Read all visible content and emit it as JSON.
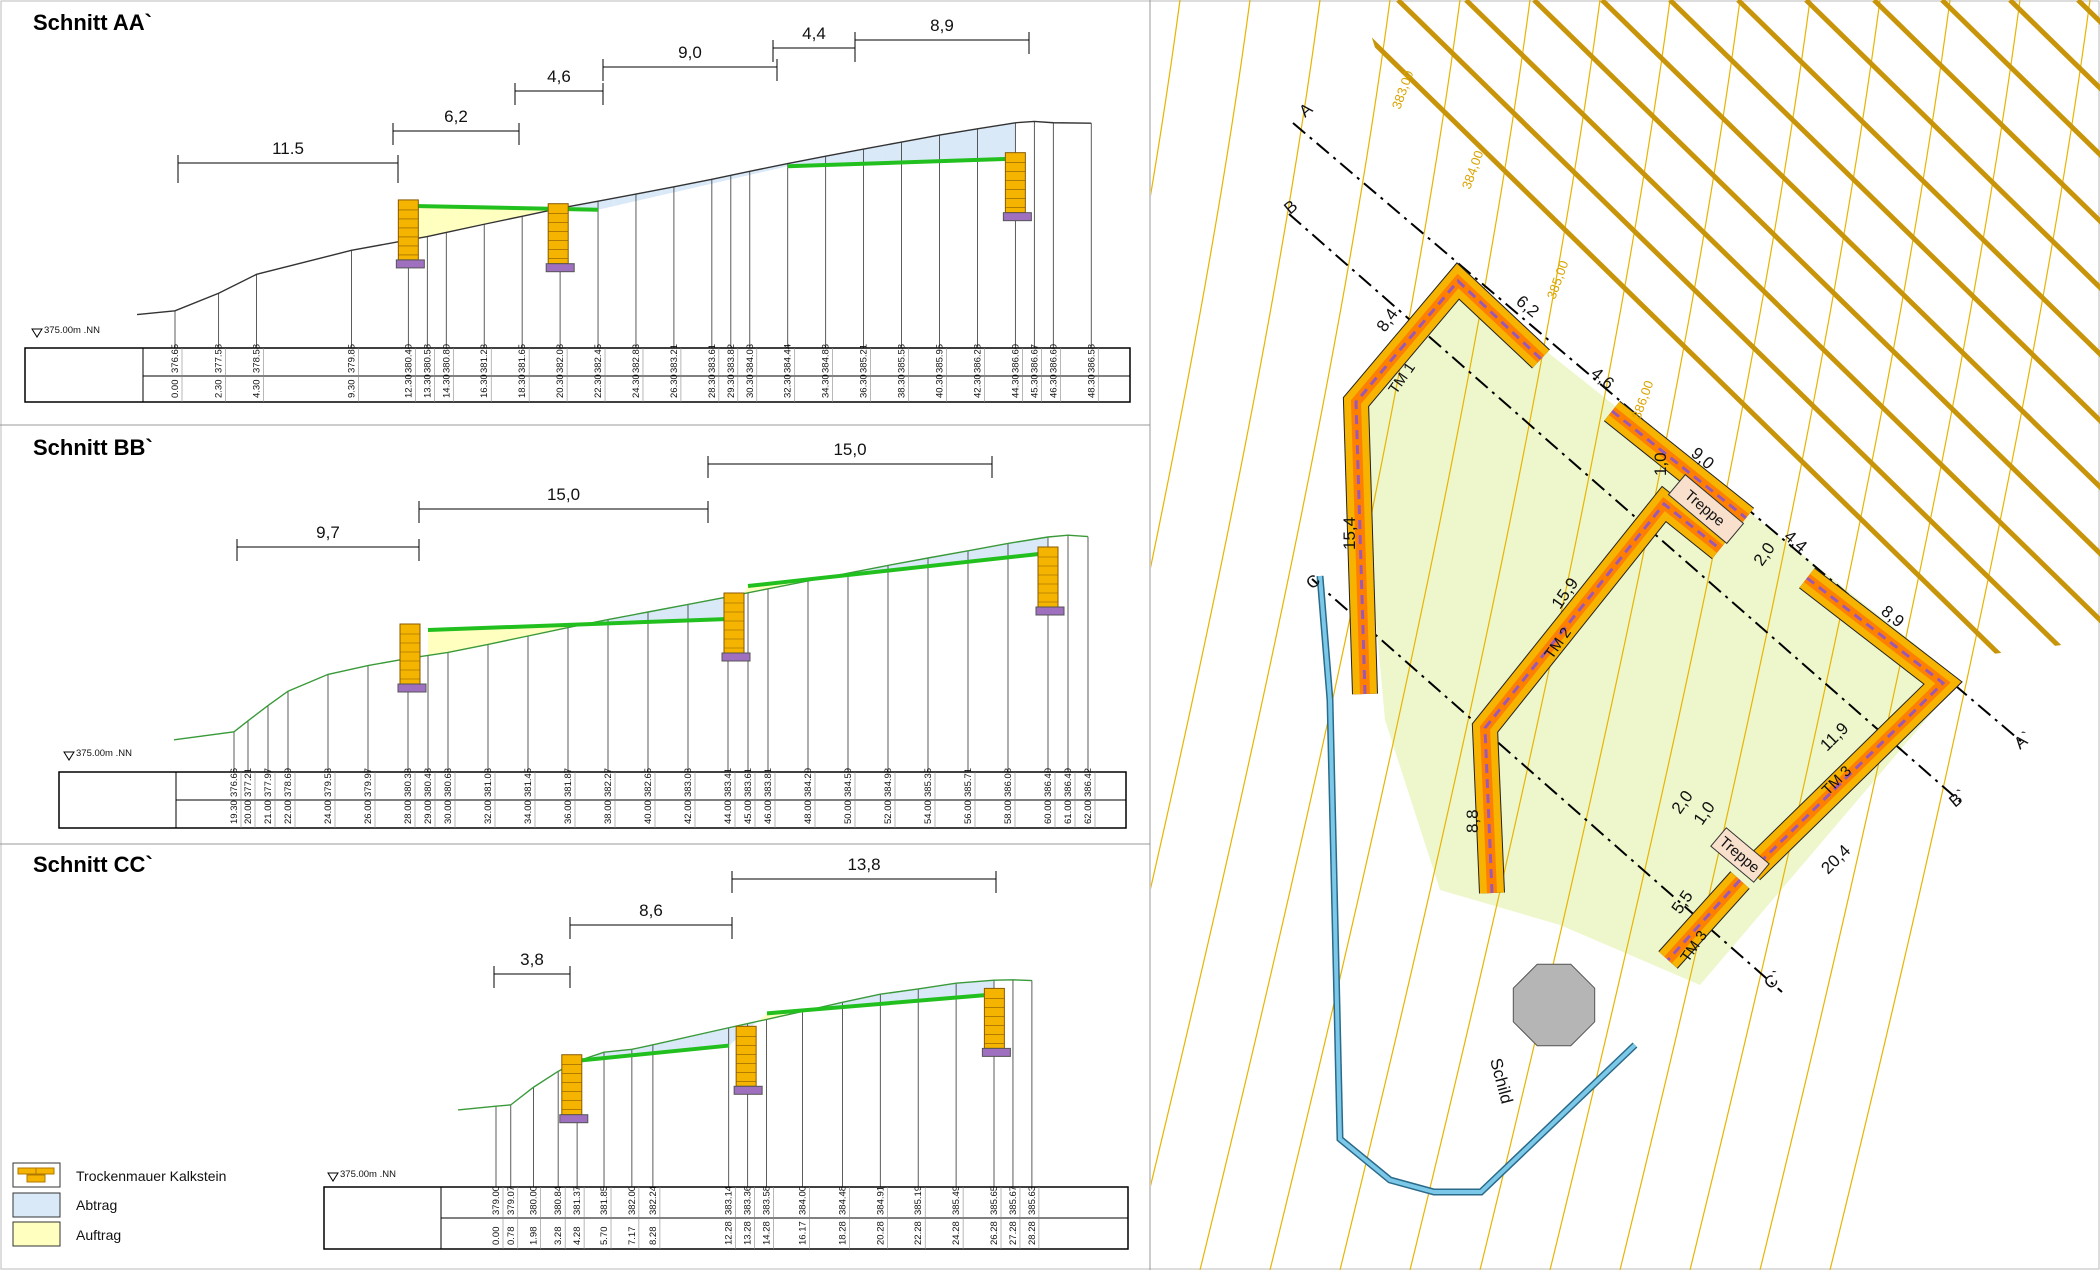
{
  "sections": [
    {
      "id": "AA",
      "title": "Schnitt AA`",
      "datum": "375.00m .NN",
      "dims": [
        "11.5",
        "6,2",
        "4,6",
        "9,0",
        "4,4",
        "8,9"
      ],
      "stations": [
        "0.00",
        "2.30",
        "4.30",
        "9.30",
        "12.30",
        "13.30",
        "14.30",
        "16.30",
        "18.30",
        "20.30",
        "22.30",
        "24.30",
        "26.30",
        "28.30",
        "29.30",
        "30.30",
        "32.30",
        "34.30",
        "36.30",
        "38.30",
        "40.30",
        "42.30",
        "44.30",
        "45.30",
        "46.30",
        "48.30"
      ],
      "elevations": [
        "376.65",
        "377.58",
        "378.58",
        "379.85",
        "380.40",
        "380.58",
        "380.80",
        "381.23",
        "381.65",
        "382.08",
        "382.45",
        "382.83",
        "383.21",
        "383.61",
        "383.82",
        "384.03",
        "384.44",
        "384.83",
        "385.21",
        "385.58",
        "385.95",
        "386.28",
        "386.60",
        "386.67",
        "386.60",
        "386.58"
      ]
    },
    {
      "id": "BB",
      "title": "Schnitt BB`",
      "datum": "375.00m .NN",
      "dims": [
        "9,7",
        "15,0",
        "15,0"
      ],
      "stations": [
        "19.30",
        "20.00",
        "21.00",
        "22.00",
        "24.00",
        "26.00",
        "28.00",
        "29.00",
        "30.00",
        "32.00",
        "34.00",
        "36.00",
        "38.00",
        "40.00",
        "42.00",
        "44.00",
        "45.00",
        "46.00",
        "48.00",
        "50.00",
        "52.00",
        "54.00",
        "56.00",
        "58.00",
        "60.00",
        "61.00",
        "62.00"
      ],
      "elevations": [
        "376.66",
        "377.21",
        "377.97",
        "378.69",
        "379.53",
        "379.97",
        "380.33",
        "380.48",
        "380.63",
        "381.03",
        "381.45",
        "381.87",
        "382.27",
        "382.65",
        "383.03",
        "383.41",
        "383.61",
        "383.81",
        "384.20",
        "384.59",
        "384.98",
        "385.35",
        "385.71",
        "386.08",
        "386.40",
        "386.49",
        "386.42"
      ]
    },
    {
      "id": "CC",
      "title": "Schnitt CC`",
      "datum": "375.00m .NN",
      "dims": [
        "3,8",
        "8,6",
        "13,8"
      ],
      "stations": [
        "0.00",
        "0.78",
        "1.98",
        "3.28",
        "4.28",
        "5.70",
        "7.17",
        "8.28",
        "12.28",
        "13.28",
        "14.28",
        "16.17",
        "18.28",
        "20.28",
        "22.28",
        "24.28",
        "26.28",
        "27.28",
        "28.28"
      ],
      "elevations": [
        "379.00",
        "379.07",
        "380.00",
        "380.84",
        "381.37",
        "381.85",
        "382.00",
        "382.24",
        "383.14",
        "383.36",
        "383.58",
        "384.00",
        "384.48",
        "384.91",
        "385.19",
        "385.49",
        "385.65",
        "385.67",
        "385.63"
      ]
    }
  ],
  "legend": [
    {
      "label": "Trockenmauer Kalkstein",
      "color": "#f5b400"
    },
    {
      "label": "Abtrag",
      "color": "#d9e9f8"
    },
    {
      "label": "Auftrag",
      "color": "#ffffc0"
    }
  ],
  "colors": {
    "ground": "#2b2b2b",
    "design": "#22c01e",
    "wall_outer": "#f6b300",
    "wall_inner": "#ff7f00",
    "wall_axis": "#9b59b6",
    "fill_area": "#eef7cc",
    "stripes": "#c8950a",
    "contours": "#e8b400",
    "pipe": "#7cc8e8"
  },
  "map": {
    "dims": [
      "6,2",
      "4,6",
      "9,0",
      "4,4",
      "8,9",
      "8,4",
      "15,4",
      "15,9",
      "11,9",
      "8,8",
      "20,4",
      "5,5",
      "1,0",
      "2,0",
      "2,0",
      "1,0"
    ],
    "walls": [
      "TM 1",
      "TM 2",
      "TM 3",
      "TM 3"
    ],
    "stairs": [
      "Treppe",
      "Treppe"
    ],
    "section_marks": [
      "A",
      "A`",
      "B",
      "B`",
      "C",
      "C`"
    ],
    "sign": "Schild",
    "contour_labels": [
      "383,00",
      "384,00",
      "385,00",
      "386,00"
    ]
  }
}
